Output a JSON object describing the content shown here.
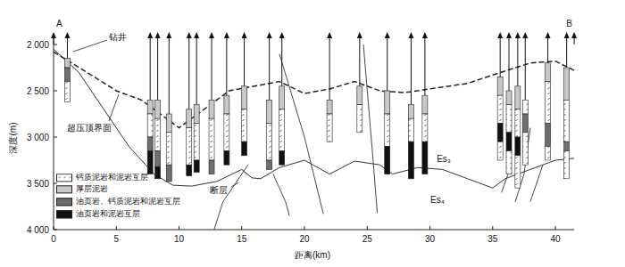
{
  "diagram": {
    "labels": [
      "A",
      "B",
      "2 000",
      "2 500",
      "3 000",
      "3 500",
      "4 000",
      "0",
      "5",
      "10",
      "15",
      "20",
      "25",
      "30",
      "35",
      "40",
      "深度(m)",
      "距离(km)",
      "钻井",
      "超压顶界面",
      "断层",
      "Es₃",
      "Es₄"
    ],
    "legend": [
      {
        "text": "钙质泥岩和泥岩互层"
      },
      {
        "text": "厚层泥岩",
        "color": "#c8c8c8"
      },
      {
        "text": "油页岩、钙质泥岩和泥岩互层",
        "color": "#6e6e6e"
      },
      {
        "text": "油页岩和泥岩互层",
        "color": "#111111"
      }
    ]
  }
}
